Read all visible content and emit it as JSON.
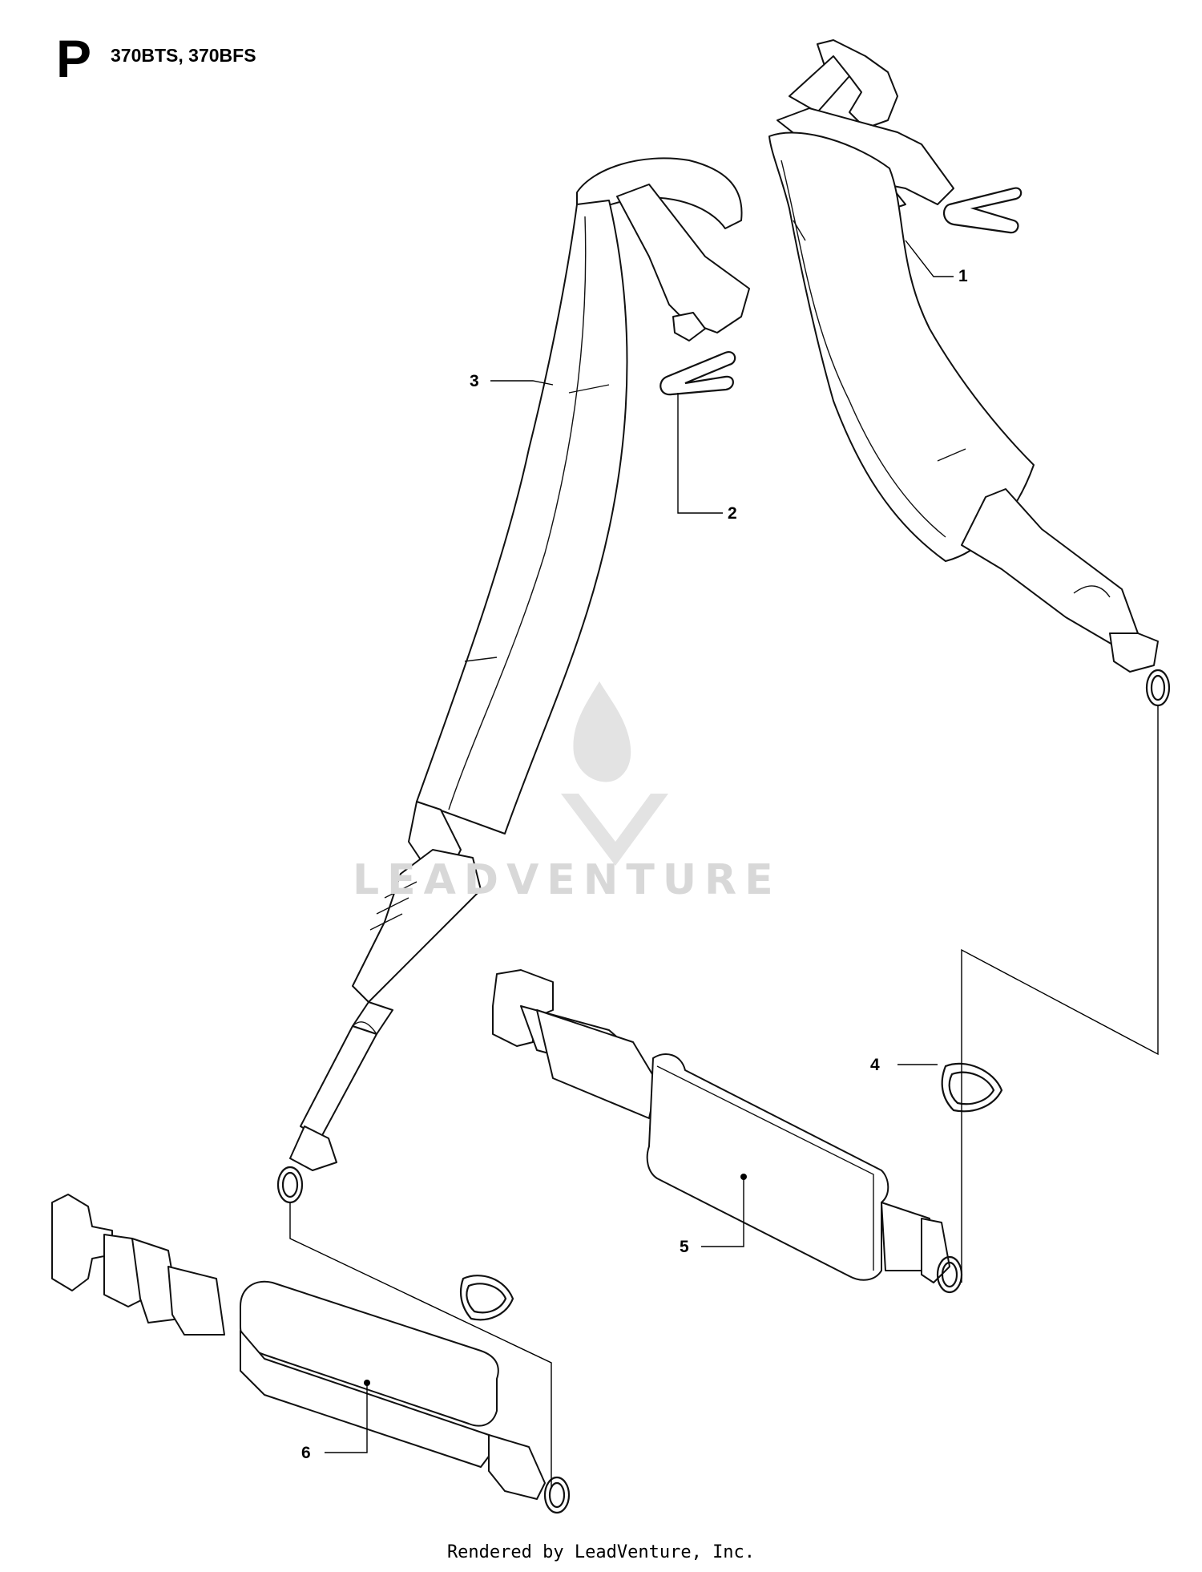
{
  "header": {
    "section_letter": "P",
    "models": "370BTS, 370BFS"
  },
  "callouts": [
    {
      "number": "1"
    },
    {
      "number": "2"
    },
    {
      "number": "3"
    },
    {
      "number": "4"
    },
    {
      "number": "5"
    },
    {
      "number": "6"
    }
  ],
  "watermark": {
    "text": "LEADVENTURE"
  },
  "footer": {
    "text": "Rendered by LeadVenture, Inc."
  }
}
